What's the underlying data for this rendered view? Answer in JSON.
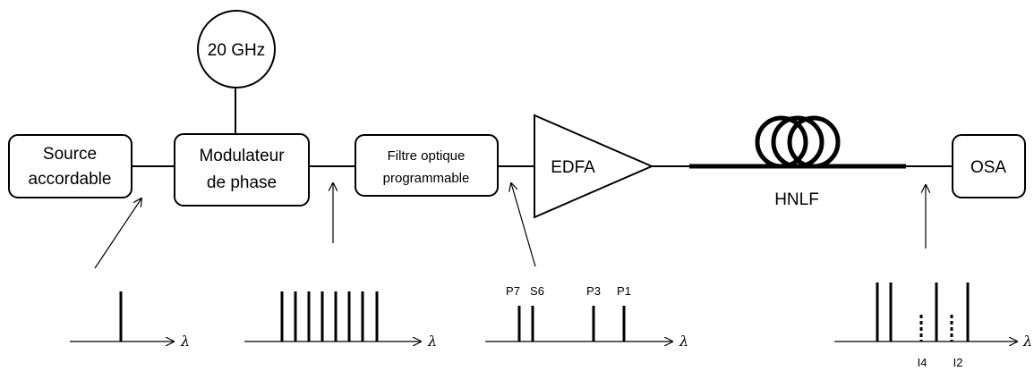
{
  "components": {
    "source": {
      "line1": "Source",
      "line2": "accordable"
    },
    "rf_source": "20 GHz",
    "modulator": {
      "line1": "Modulateur",
      "line2": "de phase"
    },
    "filter": {
      "line1": "Filtre optique",
      "line2": "programmable"
    },
    "amplifier": "EDFA",
    "fiber": "HNLF",
    "analyzer": "OSA"
  },
  "spectra": {
    "axis_symbol": "λ",
    "spectrum_3_labels": [
      "P7",
      "S6",
      "P3",
      "P1"
    ],
    "spectrum_4_labels": [
      "I4",
      "I2"
    ]
  }
}
